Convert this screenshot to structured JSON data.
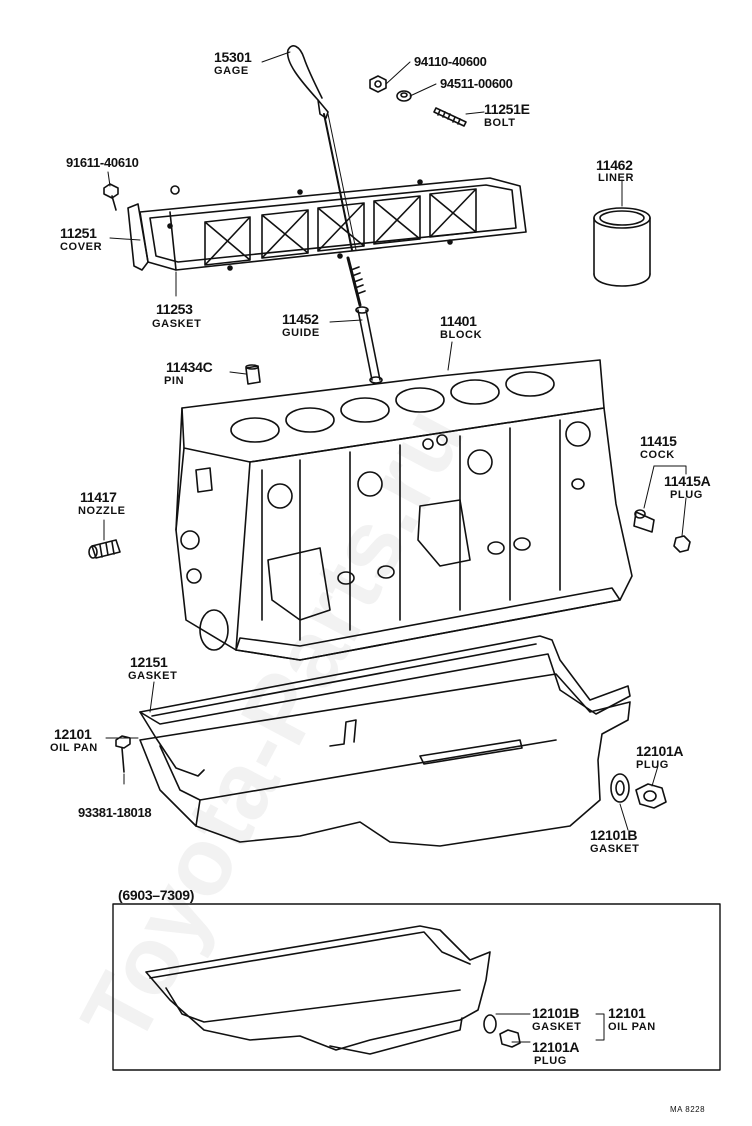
{
  "watermark": "Toyota-Parts.ru",
  "inset_title": "(6903–7309)",
  "footer_code": "MA 8228",
  "parts": {
    "gage": {
      "number": "15301",
      "name": "GAGE"
    },
    "nut": {
      "number": "94110-40600"
    },
    "washer": {
      "number": "94511-00600"
    },
    "bolt": {
      "number": "11251E",
      "name": "BOLT"
    },
    "screw": {
      "number": "91611-40610"
    },
    "cover": {
      "number": "11251",
      "name": "COVER"
    },
    "liner": {
      "number": "11462",
      "name": "LINER"
    },
    "gasket_cv": {
      "number": "11253",
      "name": "GASKET"
    },
    "guide": {
      "number": "11452",
      "name": "GUIDE"
    },
    "block": {
      "number": "11401",
      "name": "BLOCK"
    },
    "pin": {
      "number": "11434C",
      "name": "PIN"
    },
    "cock": {
      "number": "11415",
      "name": "COCK"
    },
    "cock_plug": {
      "number": "11415A",
      "name": "PLUG"
    },
    "nozzle": {
      "number": "11417",
      "name": "NOZZLE"
    },
    "pan_gasket": {
      "number": "12151",
      "name": "GASKET"
    },
    "oil_pan": {
      "number": "12101",
      "name": "OIL PAN"
    },
    "drain_plug": {
      "number": "12101A",
      "name": "PLUG"
    },
    "pan_bolt": {
      "number": "93381-18018"
    },
    "drain_gasket": {
      "number": "12101B",
      "name": "GASKET"
    }
  },
  "inset_parts": {
    "gasket": {
      "number": "12101B",
      "name": "GASKET"
    },
    "oil_pan": {
      "number": "12101",
      "name": "OIL PAN"
    },
    "plug": {
      "number": "12101A",
      "name": "PLUG"
    }
  }
}
